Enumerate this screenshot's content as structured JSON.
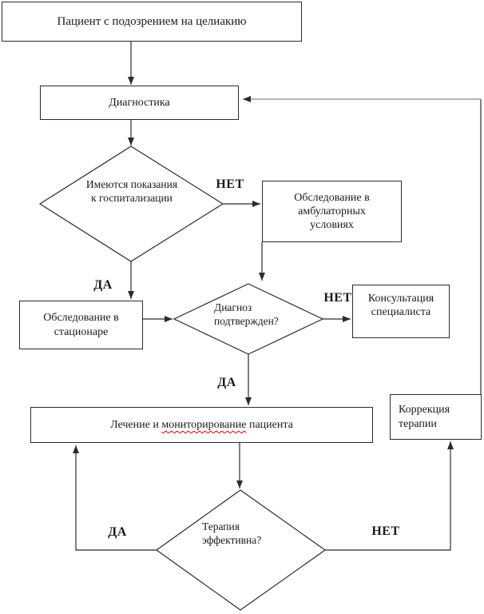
{
  "diagram": {
    "language": "ru",
    "nodes": {
      "patient": {
        "label": "Пациент с подозрением на целиакию"
      },
      "diagnostics": {
        "label": "Диагностика"
      },
      "hospital_decision": {
        "label": "Имеются показания к госпитализации"
      },
      "outpatient": {
        "label": "Обследование в амбулаторных условиях"
      },
      "inpatient": {
        "label": "Обследование в стационаре"
      },
      "confirm_decision": {
        "label": "Диагноз подтвержден?"
      },
      "consultation": {
        "label": "Консультация специалиста"
      },
      "treatment": {
        "prefix": "Лечение и ",
        "misspelled_word": "мониторирование",
        "suffix": " пациента"
      },
      "correction": {
        "label": "Коррекция терапии"
      },
      "efficacy_decision": {
        "label": "Терапия эффективна?"
      }
    },
    "edge_labels": {
      "hospital_no": "НЕТ",
      "hospital_yes": "ДА",
      "confirm_no": "НЕТ",
      "confirm_yes": "ДА",
      "efficacy_yes": "ДА",
      "efficacy_no": "НЕТ"
    },
    "colors": {
      "background": "#ffffff",
      "line": "#2b2b2b",
      "feedback_line": "#8c8c8c",
      "text": "#1a1a1a",
      "spellcheck_underline": "#e00000"
    }
  }
}
